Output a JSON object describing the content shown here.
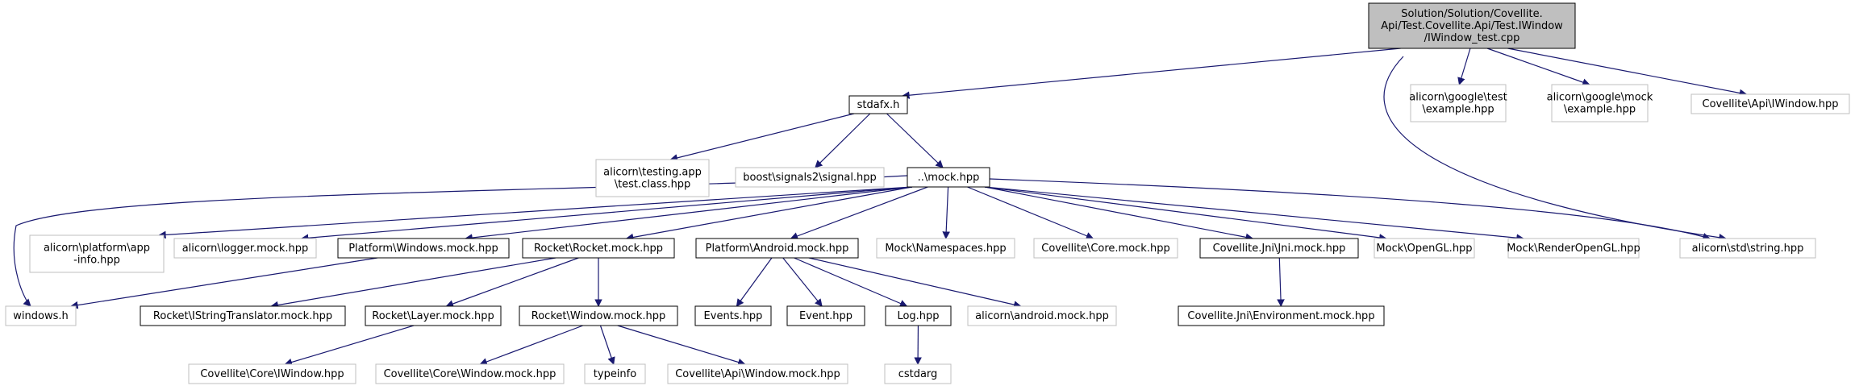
{
  "colors": {
    "edge": "#191970",
    "root_fill": "#bfbfbf",
    "root_stroke": "#000000",
    "node_stroke": "#000000",
    "ext_stroke": "#bfbfbf",
    "text": "#000000"
  },
  "nodes": [
    {
      "id": "root",
      "kind": "root",
      "lines": [
        "Solution/Solution/Covellite.",
        "Api/Test.Covellite.Api/Test.IWindow",
        "/IWindow_test.cpp"
      ]
    },
    {
      "id": "stdafx",
      "kind": "file",
      "lines": [
        "stdafx.h"
      ]
    },
    {
      "id": "google_test",
      "kind": "ext",
      "lines": [
        "alicorn\\google\\test",
        "\\example.hpp"
      ]
    },
    {
      "id": "google_mock",
      "kind": "ext",
      "lines": [
        "alicorn\\google\\mock",
        "\\example.hpp"
      ]
    },
    {
      "id": "api_iwindow",
      "kind": "ext",
      "lines": [
        "Covellite\\Api\\IWindow.hpp"
      ]
    },
    {
      "id": "testing_app",
      "kind": "ext",
      "lines": [
        "alicorn\\testing.app",
        "\\test.class.hpp"
      ]
    },
    {
      "id": "boost_signal",
      "kind": "ext",
      "lines": [
        "boost\\signals2\\signal.hpp"
      ]
    },
    {
      "id": "mock",
      "kind": "file",
      "lines": [
        "..\\mock.hpp"
      ]
    },
    {
      "id": "platform_app_info",
      "kind": "ext",
      "lines": [
        "alicorn\\platform\\app",
        "-info.hpp"
      ]
    },
    {
      "id": "logger_mock",
      "kind": "ext",
      "lines": [
        "alicorn\\logger.mock.hpp"
      ]
    },
    {
      "id": "platform_windows_mock",
      "kind": "file",
      "lines": [
        "Platform\\Windows.mock.hpp"
      ]
    },
    {
      "id": "rocket_mock",
      "kind": "file",
      "lines": [
        "Rocket\\Rocket.mock.hpp"
      ]
    },
    {
      "id": "platform_android_mock",
      "kind": "file",
      "lines": [
        "Platform\\Android.mock.hpp"
      ]
    },
    {
      "id": "mock_namespaces",
      "kind": "ext",
      "lines": [
        "Mock\\Namespaces.hpp"
      ]
    },
    {
      "id": "core_mock",
      "kind": "ext",
      "lines": [
        "Covellite\\Core.mock.hpp"
      ]
    },
    {
      "id": "jni_mock",
      "kind": "file",
      "lines": [
        "Covellite.Jni\\Jni.mock.hpp"
      ]
    },
    {
      "id": "mock_opengl",
      "kind": "ext",
      "lines": [
        "Mock\\OpenGL.hpp"
      ]
    },
    {
      "id": "mock_renderopengl",
      "kind": "ext",
      "lines": [
        "Mock\\RenderOpenGL.hpp"
      ]
    },
    {
      "id": "std_string",
      "kind": "ext",
      "lines": [
        "alicorn\\std\\string.hpp"
      ]
    },
    {
      "id": "windows_h",
      "kind": "ext",
      "lines": [
        "windows.h"
      ]
    },
    {
      "id": "istring_translator",
      "kind": "file",
      "lines": [
        "Rocket\\IStringTranslator.mock.hpp"
      ]
    },
    {
      "id": "rocket_layer",
      "kind": "file",
      "lines": [
        "Rocket\\Layer.mock.hpp"
      ]
    },
    {
      "id": "rocket_window",
      "kind": "file",
      "lines": [
        "Rocket\\Window.mock.hpp"
      ]
    },
    {
      "id": "events_hpp",
      "kind": "file",
      "lines": [
        "Events.hpp"
      ]
    },
    {
      "id": "event_hpp",
      "kind": "file",
      "lines": [
        "Event.hpp"
      ]
    },
    {
      "id": "log_hpp",
      "kind": "file",
      "lines": [
        "Log.hpp"
      ]
    },
    {
      "id": "android_mock",
      "kind": "ext",
      "lines": [
        "alicorn\\android.mock.hpp"
      ]
    },
    {
      "id": "jni_env_mock",
      "kind": "file",
      "lines": [
        "Covellite.Jni\\Environment.mock.hpp"
      ]
    },
    {
      "id": "core_iwindow",
      "kind": "ext",
      "lines": [
        "Covellite\\Core\\IWindow.hpp"
      ]
    },
    {
      "id": "core_window_mock",
      "kind": "ext",
      "lines": [
        "Covellite\\Core\\Window.mock.hpp"
      ]
    },
    {
      "id": "typeinfo",
      "kind": "ext",
      "lines": [
        "typeinfo"
      ]
    },
    {
      "id": "api_window_mock",
      "kind": "ext",
      "lines": [
        "Covellite\\Api\\Window.mock.hpp"
      ]
    },
    {
      "id": "cstdarg",
      "kind": "ext",
      "lines": [
        "cstdarg"
      ]
    }
  ],
  "edges": [
    {
      "from": "root",
      "to": "stdafx"
    },
    {
      "from": "root",
      "to": "google_test"
    },
    {
      "from": "root",
      "to": "google_mock"
    },
    {
      "from": "root",
      "to": "api_iwindow"
    },
    {
      "from": "root",
      "to": "std_string"
    },
    {
      "from": "stdafx",
      "to": "testing_app"
    },
    {
      "from": "stdafx",
      "to": "boost_signal"
    },
    {
      "from": "stdafx",
      "to": "mock"
    },
    {
      "from": "mock",
      "to": "windows_h"
    },
    {
      "from": "mock",
      "to": "platform_app_info"
    },
    {
      "from": "mock",
      "to": "logger_mock"
    },
    {
      "from": "mock",
      "to": "platform_windows_mock"
    },
    {
      "from": "mock",
      "to": "rocket_mock"
    },
    {
      "from": "mock",
      "to": "platform_android_mock"
    },
    {
      "from": "mock",
      "to": "mock_namespaces"
    },
    {
      "from": "mock",
      "to": "core_mock"
    },
    {
      "from": "mock",
      "to": "jni_mock"
    },
    {
      "from": "mock",
      "to": "mock_opengl"
    },
    {
      "from": "mock",
      "to": "mock_renderopengl"
    },
    {
      "from": "mock",
      "to": "std_string"
    },
    {
      "from": "platform_windows_mock",
      "to": "windows_h"
    },
    {
      "from": "rocket_mock",
      "to": "istring_translator"
    },
    {
      "from": "rocket_mock",
      "to": "rocket_layer"
    },
    {
      "from": "rocket_mock",
      "to": "rocket_window"
    },
    {
      "from": "platform_android_mock",
      "to": "events_hpp"
    },
    {
      "from": "platform_android_mock",
      "to": "event_hpp"
    },
    {
      "from": "platform_android_mock",
      "to": "log_hpp"
    },
    {
      "from": "platform_android_mock",
      "to": "android_mock"
    },
    {
      "from": "jni_mock",
      "to": "jni_env_mock"
    },
    {
      "from": "rocket_layer",
      "to": "core_iwindow"
    },
    {
      "from": "rocket_window",
      "to": "core_window_mock"
    },
    {
      "from": "rocket_window",
      "to": "typeinfo"
    },
    {
      "from": "rocket_window",
      "to": "api_window_mock"
    },
    {
      "from": "log_hpp",
      "to": "cstdarg"
    }
  ]
}
